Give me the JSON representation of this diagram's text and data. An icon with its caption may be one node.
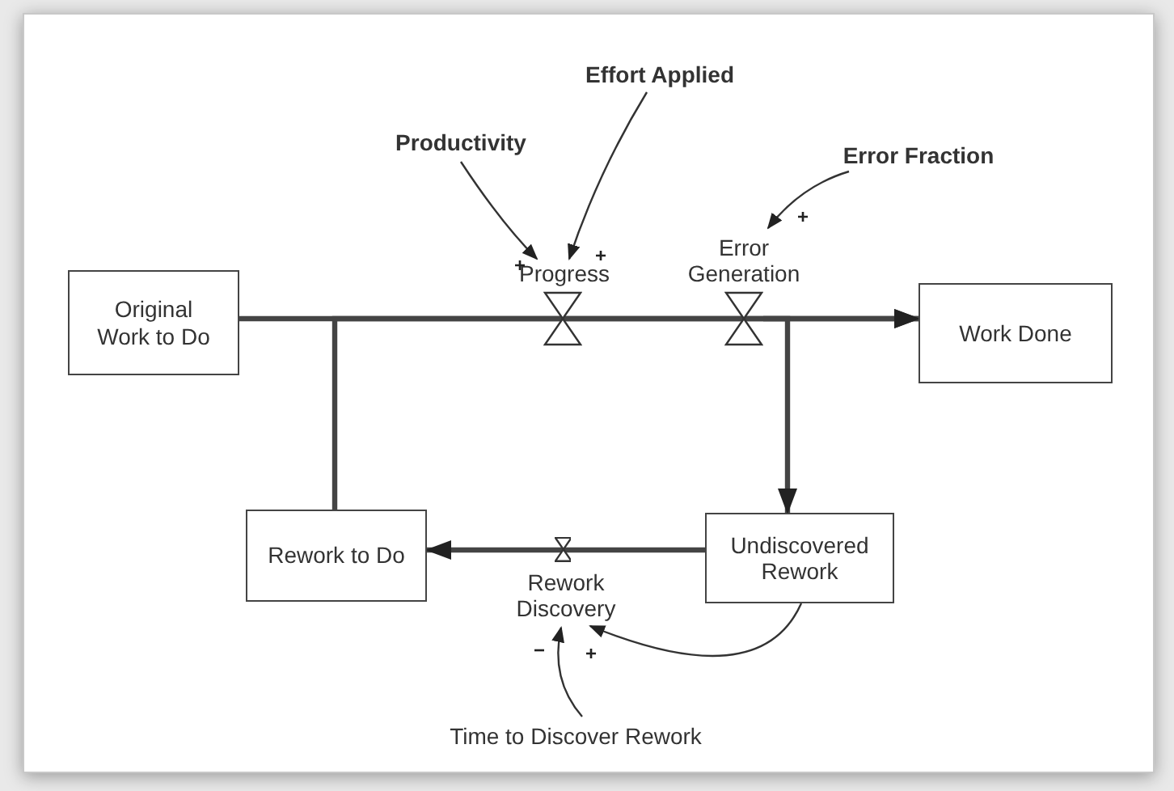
{
  "diagram": {
    "nodes": [
      {
        "text": [
          "Original Work to Do"
        ]
      },
      {
        "text": [
          "Work Done"
        ]
      },
      {
        "text": [
          "Rework to Do"
        ]
      },
      {
        "text": [
          "Undiscovered Rework"
        ]
      },
      {
        "text": [
          "Progress"
        ]
      },
      {
        "text": [
          "Error Generation"
        ]
      },
      {
        "text": [
          "Rework Discovery"
        ]
      },
      {
        "text": [
          "Productivity"
        ]
      },
      {
        "text": [
          "Effort Applied"
        ]
      },
      {
        "text": [
          "Error Fraction"
        ]
      },
      {
        "text": [
          "Time to Discover Rework"
        ]
      }
    ],
    "edges": [
      {
        "from": 0,
        "to": 1,
        "arrow": "to",
        "style": "thick"
      },
      {
        "from": 2,
        "to": 1,
        "arrow": "to",
        "style": "thick"
      },
      {
        "from": 5,
        "to": 3,
        "arrow": "to",
        "style": "thick"
      },
      {
        "from": 3,
        "to": 2,
        "arrow": "to",
        "style": "thick"
      },
      {
        "from": 7,
        "to": 4,
        "arrow": "to",
        "label": "+"
      },
      {
        "from": 8,
        "to": 4,
        "arrow": "to",
        "label": "+"
      },
      {
        "from": 9,
        "to": 5,
        "arrow": "to",
        "label": "+"
      },
      {
        "from": 3,
        "to": 6,
        "arrow": "to",
        "label": "+"
      },
      {
        "from": 10,
        "to": 6,
        "arrow": "to",
        "label": "−"
      }
    ]
  }
}
